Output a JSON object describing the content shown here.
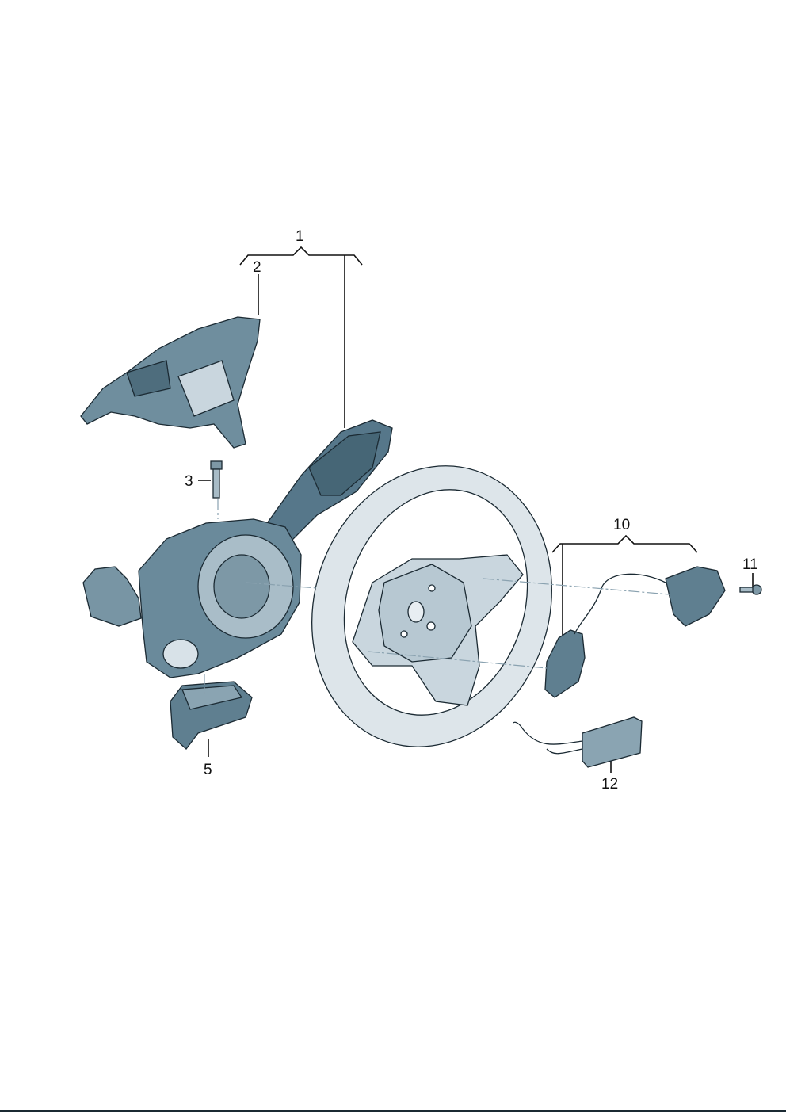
{
  "diagram": {
    "type": "exploded parts diagram",
    "colors": {
      "light": "#dde5ea",
      "mid": "#b7c8d2",
      "dark": "#5f7f90",
      "outline": "#1b2a33"
    },
    "callouts": [
      {
        "id": "c1",
        "label": "1"
      },
      {
        "id": "c2",
        "label": "2"
      },
      {
        "id": "c3",
        "label": "3"
      },
      {
        "id": "c5",
        "label": "5"
      },
      {
        "id": "c10",
        "label": "10"
      },
      {
        "id": "c11",
        "label": "11"
      },
      {
        "id": "c12",
        "label": "12"
      }
    ]
  }
}
